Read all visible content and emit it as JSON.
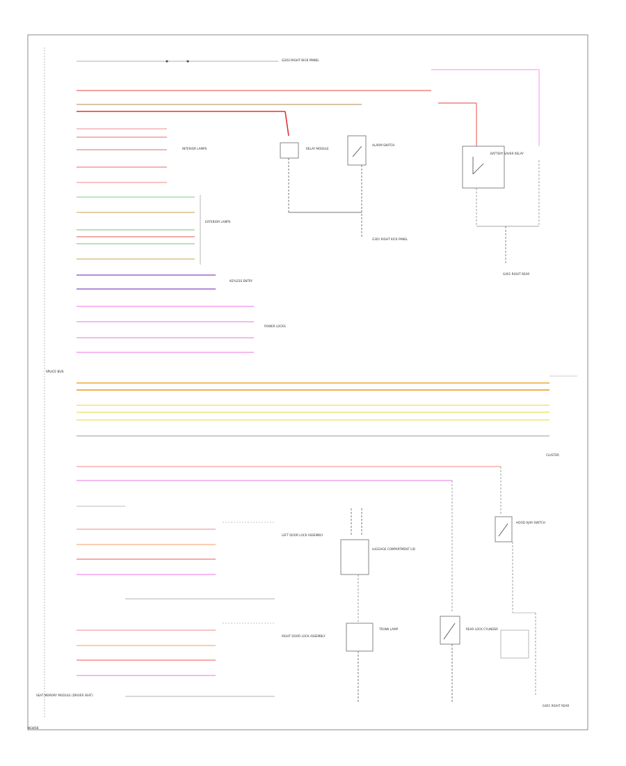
{
  "diagram": {
    "footer": "W3456",
    "annotations": {
      "bottom_left": "SEAT MEMORY MODULE (DRIVER SEAT)",
      "left_bus": "SPLICE BUS",
      "top_ground": "G203 RIGHT KICK PANEL",
      "ground_mid": "G301 RIGHT KICK PANEL",
      "ground_right": "G401 RIGHT REAR"
    },
    "blocks": [
      {
        "key": "interior_lamps",
        "label": "INTERIOR LAMPS"
      },
      {
        "key": "exterior_lamps",
        "label": "EXTERIOR LAMPS"
      },
      {
        "key": "keyless",
        "label": "KEYLESS ENTRY"
      },
      {
        "key": "power_locks",
        "label": "POWER LOCKS"
      },
      {
        "key": "relay_module",
        "label": "RELAY MODULE"
      },
      {
        "key": "alarm_switch",
        "label": "ALARM SWITCH"
      },
      {
        "key": "battery_saver",
        "label": "BATTERY SAVER RELAY"
      },
      {
        "key": "left_door",
        "label": "LEFT DOOR LOCK ASSEMBLY"
      },
      {
        "key": "right_door",
        "label": "RIGHT DOOR LOCK ASSEMBLY"
      },
      {
        "key": "luggage",
        "label": "LUGGAGE COMPARTMENT LID"
      },
      {
        "key": "hood",
        "label": "HOOD AJAR SWITCH"
      },
      {
        "key": "trunk",
        "label": "TRUNK LAMP"
      },
      {
        "key": "rear_lock",
        "label": "REAR LOCK CYLINDER"
      },
      {
        "key": "cluster",
        "label": "CLUSTER"
      }
    ]
  }
}
